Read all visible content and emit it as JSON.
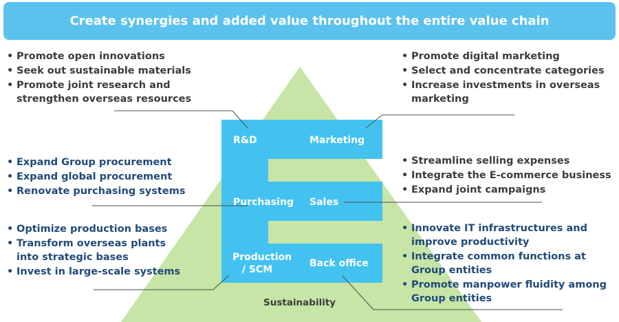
{
  "title": "Create synergies and added value throughout the entire value chain",
  "groups": {
    "rd": [
      "Promote open innovations",
      "Seek out sustainable materials",
      "Promote joint research and strengthen overseas resources"
    ],
    "marketing": [
      "Promote digital marketing",
      "Select and concentrate categories",
      "Increase investments in overseas marketing"
    ],
    "purchasing": [
      "Expand Group procurement",
      "Expand global procurement",
      "Renovate purchasing systems"
    ],
    "sales": [
      "Streamline selling expenses",
      "Integrate the E-commerce business",
      "Expand joint campaigns"
    ],
    "production": [
      "Optimize production bases",
      "Transform overseas plants into strategic bases",
      "Invest in large-scale systems"
    ],
    "backoffice": [
      "Innovate IT infrastructures and improve productivity",
      "Integrate common functions at Group entities",
      "Promote manpower fluidity among Group entities"
    ]
  },
  "labels": {
    "rd": "R&D",
    "marketing": "Marketing",
    "purchasing": "Purchasing",
    "sales": "Sales",
    "production": "Production / SCM",
    "backoffice": "Back office"
  },
  "footer": "Sustainability",
  "colors": {
    "banner": "#5bc2ed",
    "e_block": "#43c2f1",
    "triangle": "#c6e5a6",
    "text_dark": "#3c3c3c",
    "text_navy": "#214a79"
  }
}
